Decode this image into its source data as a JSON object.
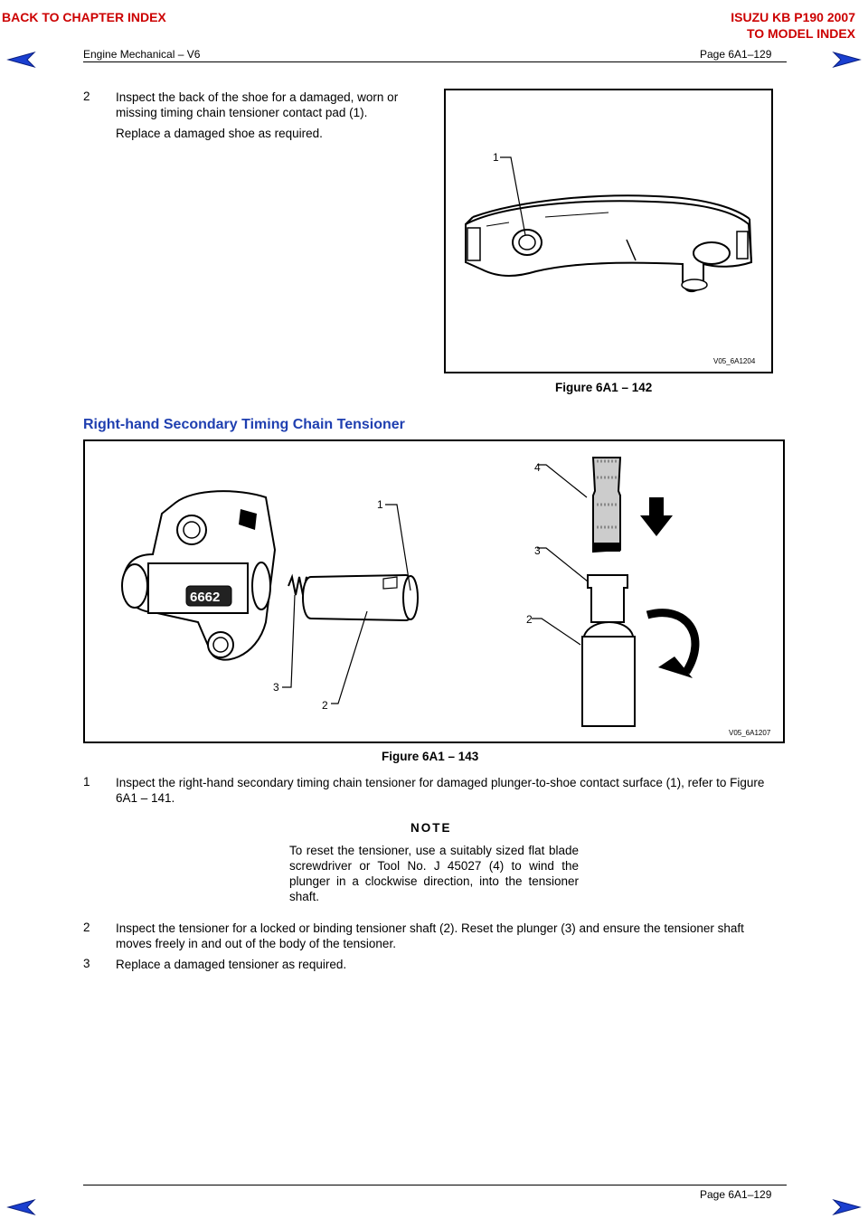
{
  "nav": {
    "back_chapter": "BACK TO CHAPTER INDEX",
    "model_title": "ISUZU KB P190 2007",
    "to_model": "TO MODEL INDEX"
  },
  "header": {
    "left": "Engine Mechanical – V6",
    "right": "Page 6A1–129"
  },
  "footer": {
    "right": "Page 6A1–129"
  },
  "step_top": {
    "number": "2",
    "text": "Inspect the back of the shoe for a damaged, worn or missing timing chain tensioner contact pad (1).",
    "text2": "Replace a damaged shoe as required."
  },
  "figure142": {
    "caption": "Figure 6A1 – 142",
    "code": "V05_6A1204",
    "callout1": "1"
  },
  "section": {
    "title": "Right-hand Secondary Timing Chain Tensioner"
  },
  "figure143": {
    "caption": "Figure 6A1 – 143",
    "code": "V05_6A1207",
    "part_marking": "6662",
    "callouts": {
      "c1": "1",
      "c2": "2",
      "c3": "3",
      "c4": "4",
      "c2b": "2",
      "c3b": "3"
    }
  },
  "steps": [
    {
      "number": "1",
      "text": "Inspect the right-hand secondary timing chain tensioner for damaged plunger-to-shoe contact surface (1), refer to Figure 6A1 – 141."
    },
    {
      "number": "2",
      "text": "Inspect the tensioner for a locked or binding tensioner shaft (2). Reset the plunger (3) and ensure the tensioner shaft moves freely in and out of the body of the tensioner."
    },
    {
      "number": "3",
      "text": "Replace a damaged tensioner as required."
    }
  ],
  "note": {
    "title": "NOTE",
    "text": "To reset the tensioner, use a suitably sized flat blade screwdriver or Tool No. J 45027 (4) to wind the plunger in a clockwise direction, into the tensioner shaft."
  },
  "colors": {
    "nav": "#cc0000",
    "section": "#1f3fb0",
    "arrow": "#1a3fd0"
  }
}
